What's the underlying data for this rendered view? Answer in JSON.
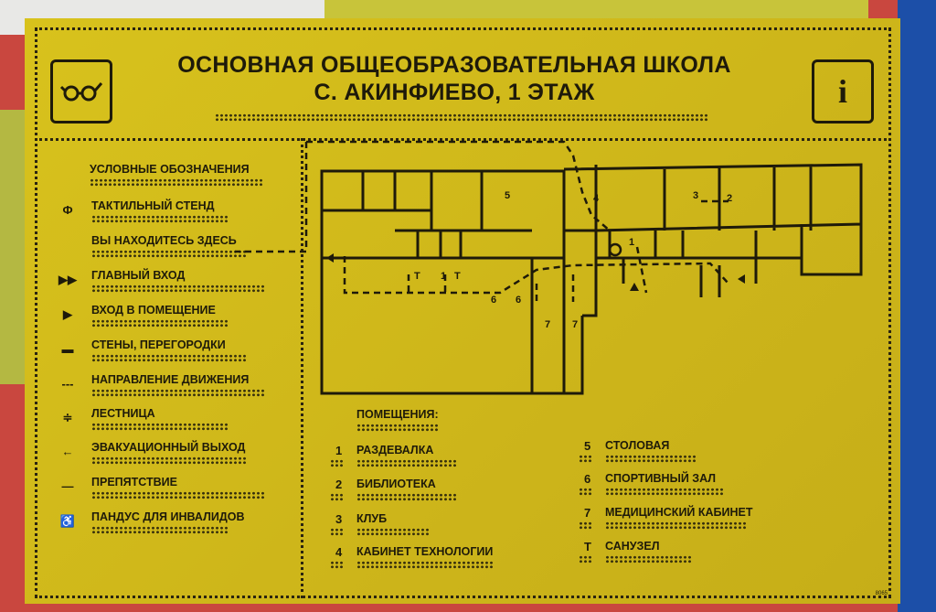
{
  "title": {
    "line1": "ОСНОВНАЯ ОБЩЕОБРАЗОВАТЕЛЬНАЯ ШКОЛА",
    "line2": "С. АКИНФИЕВО, 1 ЭТАЖ"
  },
  "icons": {
    "left": "glasses-icon",
    "right": "info-icon",
    "right_glyph": "i"
  },
  "legend": {
    "heading": "УСЛОВНЫЕ ОБОЗНАЧЕНИЯ",
    "items": [
      {
        "label": "ТАКТИЛЬНЫЙ СТЕНД",
        "icon": "tactile-stand-icon",
        "glyph": "Ф"
      },
      {
        "label": "ВЫ НАХОДИТЕСЬ ЗДЕСЬ",
        "icon": "you-are-here-icon",
        "glyph": ""
      },
      {
        "label": "ГЛАВНЫЙ ВХОД",
        "icon": "main-entrance-icon",
        "glyph": "▶▶"
      },
      {
        "label": "ВХОД В ПОМЕЩЕНИЕ",
        "icon": "room-entrance-icon",
        "glyph": "▶"
      },
      {
        "label": "СТЕНЫ, ПЕРЕГОРОДКИ",
        "icon": "walls-icon",
        "glyph": "▬"
      },
      {
        "label": "НАПРАВЛЕНИЕ ДВИЖЕНИЯ",
        "icon": "direction-icon",
        "glyph": "---"
      },
      {
        "label": "ЛЕСТНИЦА",
        "icon": "stairs-icon",
        "glyph": "≑"
      },
      {
        "label": "ЭВАКУАЦИОННЫЙ ВЫХОД",
        "icon": "evacuation-exit-icon",
        "glyph": "←"
      },
      {
        "label": "ПРЕПЯТСТВИЕ",
        "icon": "obstacle-icon",
        "glyph": "—"
      },
      {
        "label": "ПАНДУС ДЛЯ ИНВАЛИДОВ",
        "icon": "ramp-icon",
        "glyph": "♿"
      }
    ]
  },
  "rooms": {
    "heading": "ПОМЕЩЕНИЯ:",
    "items": [
      {
        "num": "1",
        "label": "РАЗДЕВАЛКА"
      },
      {
        "num": "2",
        "label": "БИБЛИОТЕКА"
      },
      {
        "num": "3",
        "label": "КЛУБ"
      },
      {
        "num": "4",
        "label": "КАБИНЕТ ТЕХНОЛОГИИ"
      },
      {
        "num": "5",
        "label": "СТОЛОВАЯ"
      },
      {
        "num": "6",
        "label": "СПОРТИВНЫЙ ЗАЛ"
      },
      {
        "num": "7",
        "label": "МЕДИЦИНСКИЙ КАБИНЕТ"
      },
      {
        "num": "Т",
        "label": "САНУЗЕЛ"
      }
    ]
  },
  "plan_labels": {
    "r5": "5",
    "r4": "4",
    "r3": "3",
    "r2": "2",
    "r1": "1",
    "r6a": "6",
    "r6b": "6",
    "r7a": "7",
    "r7b": "7",
    "t1": "Т",
    "t2": "1",
    "t3": "Т"
  },
  "code": "8065"
}
